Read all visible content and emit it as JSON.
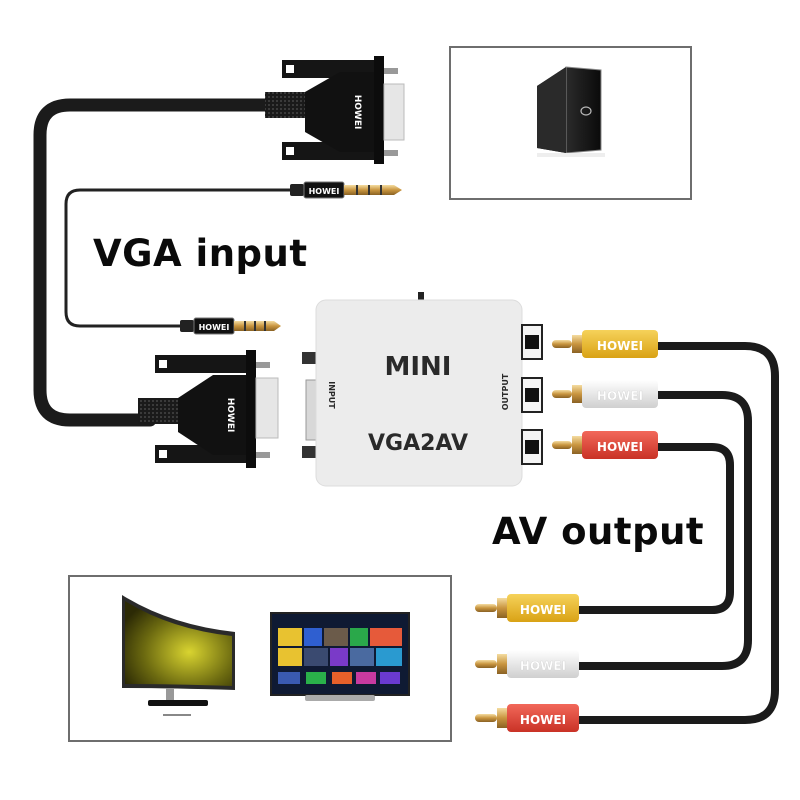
{
  "labels": {
    "vga_input": "VGA input",
    "av_output": "AV output"
  },
  "converter": {
    "model_line1": "MINI",
    "model_line2": "VGA2AV",
    "input_label": "INPUT",
    "output_label": "OUTPUT",
    "body_color": "#ececec"
  },
  "brand": {
    "text": "HOWEI"
  },
  "source_device": {
    "name": "desktop-pc-tower"
  },
  "output_devices": [
    {
      "name": "curved-monitor"
    },
    {
      "name": "smart-tv"
    }
  ],
  "rca_plugs": [
    {
      "channel": "video",
      "color": "#e9b824"
    },
    {
      "channel": "audio-left",
      "color": "#e8e8e8"
    },
    {
      "channel": "audio-right",
      "color": "#e0473a"
    }
  ],
  "colors": {
    "cable": "#1b1b1b",
    "frame": "#6e6e6e",
    "gold_tip": "#d9b26a"
  }
}
